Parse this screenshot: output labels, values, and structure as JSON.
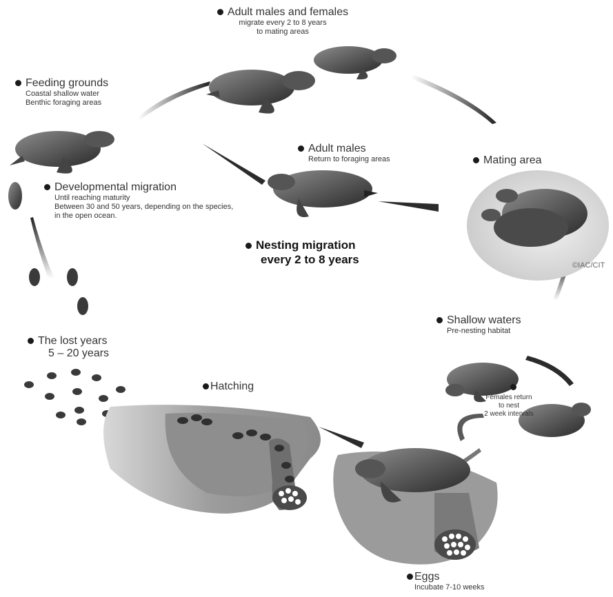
{
  "labels": {
    "adult_males_females": {
      "title": "Adult males and females",
      "line1": "migrate every 2 to 8 years",
      "line2": "to mating areas"
    },
    "feeding_grounds": {
      "title": "Feeding grounds",
      "line1": "Coastal shallow water",
      "line2": "Benthic foraging areas"
    },
    "adult_males": {
      "title": "Adult males",
      "line1": "Return to foraging areas"
    },
    "mating_area": {
      "title": "Mating area"
    },
    "developmental_migration": {
      "title": "Developmental migration",
      "line1": "Until reaching maturity",
      "line2": "Between 30 and 50 years, depending on the species,",
      "line3": "in the open ocean."
    },
    "nesting_migration": {
      "line1": "Nesting migration",
      "line2": "every 2 to 8 years"
    },
    "credit": "©IAC/CIT",
    "shallow_waters": {
      "title": "Shallow waters",
      "line1": "Pre-nesting habitat"
    },
    "lost_years": {
      "title": "The lost years",
      "line1": "5 – 20 years"
    },
    "hatching": {
      "title": "Hatching"
    },
    "females_return": {
      "line1": "Females return",
      "line2": "to nest",
      "line3": "2 week intervals"
    },
    "eggs": {
      "title": "Eggs",
      "line1": "Incubate 7-10 weeks"
    }
  },
  "colors": {
    "turtle_dark": "#3a3a3a",
    "turtle_mid": "#7a7a7a",
    "beach": "#9a9a9a",
    "beach_light": "#cfcfcf",
    "arrow": "#2b2b2b"
  }
}
